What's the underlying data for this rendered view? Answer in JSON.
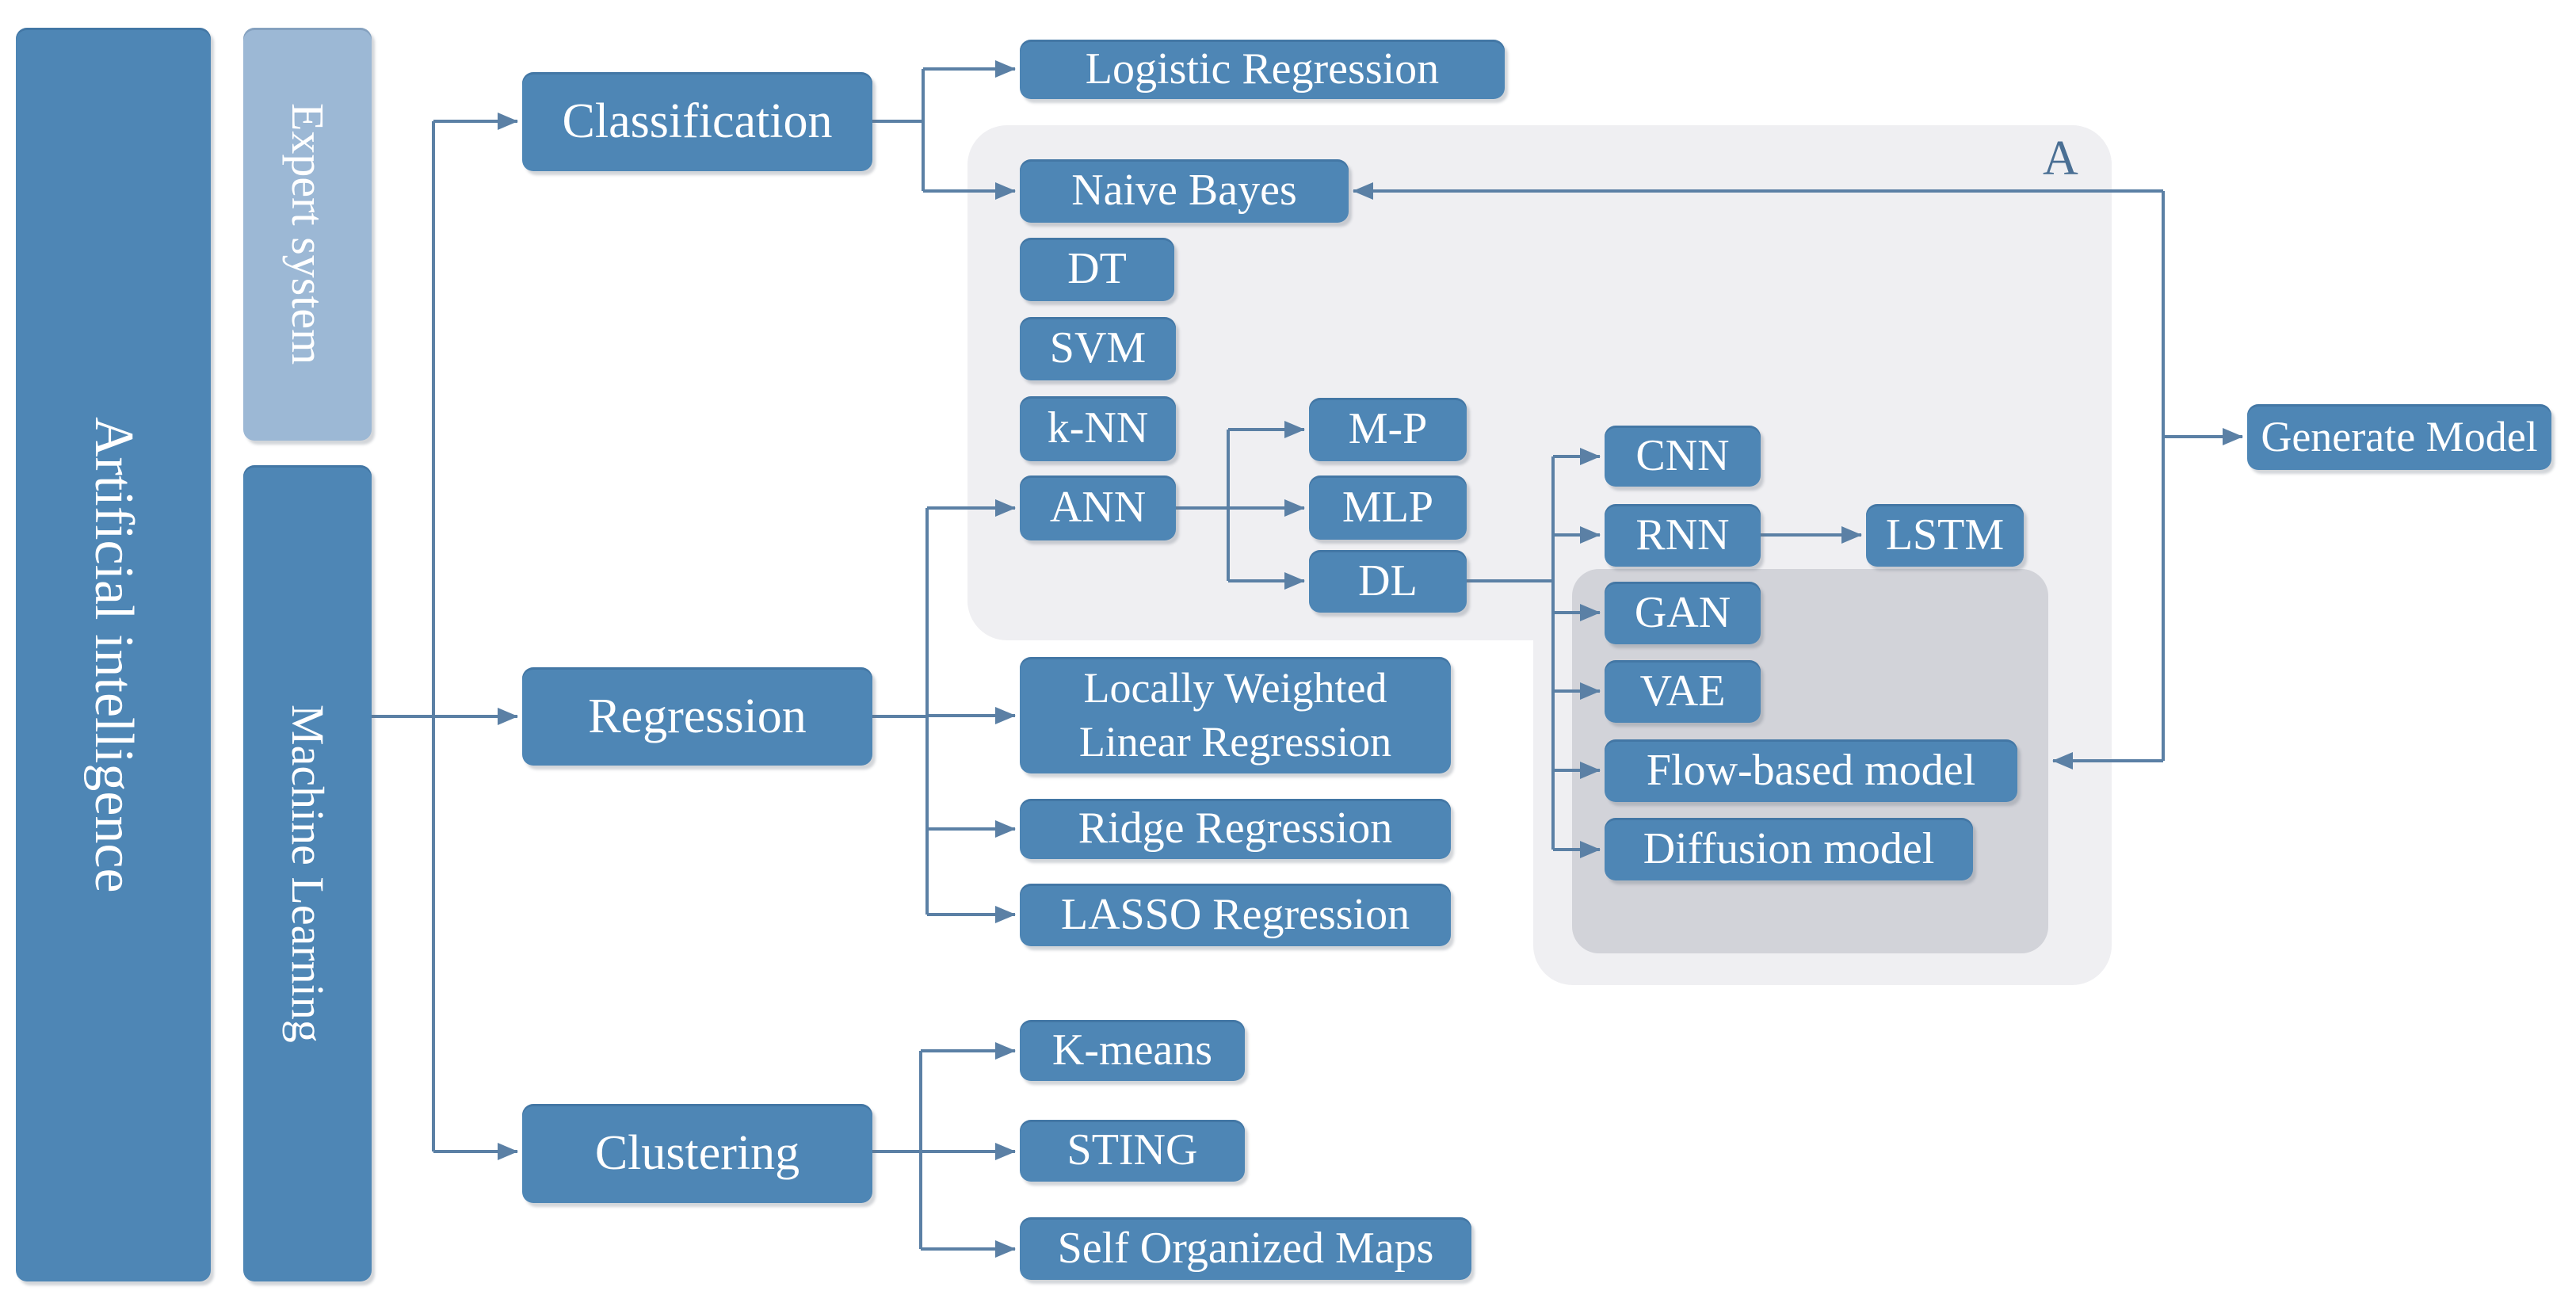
{
  "diagram": {
    "nodes": {
      "ai": {
        "label": "Artificial intelligence"
      },
      "expert": {
        "label": "Expert system"
      },
      "ml": {
        "label": "Machine Learning"
      },
      "classification": {
        "label": "Classification"
      },
      "regression": {
        "label": "Regression"
      },
      "clustering": {
        "label": "Clustering"
      },
      "logistic": {
        "label": "Logistic Regression"
      },
      "naive": {
        "label": "Naive Bayes"
      },
      "dt": {
        "label": "DT"
      },
      "svm": {
        "label": "SVM"
      },
      "knn": {
        "label": "k-NN"
      },
      "ann": {
        "label": "ANN"
      },
      "mp": {
        "label": "M-P"
      },
      "mlp": {
        "label": "MLP"
      },
      "dl": {
        "label": "DL"
      },
      "cnn": {
        "label": "CNN"
      },
      "rnn": {
        "label": "RNN"
      },
      "lstm": {
        "label": "LSTM"
      },
      "gan": {
        "label": "GAN"
      },
      "vae": {
        "label": "VAE"
      },
      "flow": {
        "label": "Flow-based model"
      },
      "diffusion": {
        "label": "Diffusion model"
      },
      "generate": {
        "label": "Generate Model"
      },
      "lwlr": {
        "label": "Locally Weighted Linear Regression"
      },
      "ridge": {
        "label": "Ridge Regression"
      },
      "lasso": {
        "label": "LASSO Regression"
      },
      "kmeans": {
        "label": "K-means"
      },
      "sting": {
        "label": "STING"
      },
      "som": {
        "label": "Self Organized Maps"
      }
    },
    "annotations": {
      "loop_label": "A"
    },
    "colors": {
      "node_blue": "#4E86B5",
      "node_blue_light": "#9CB8D5",
      "container_light": "#EFEFF2",
      "container_dark": "#D2D3D9",
      "connector": "#5B80A5",
      "label_blue": "#4A6F94",
      "text": "#FFFFFF"
    }
  }
}
